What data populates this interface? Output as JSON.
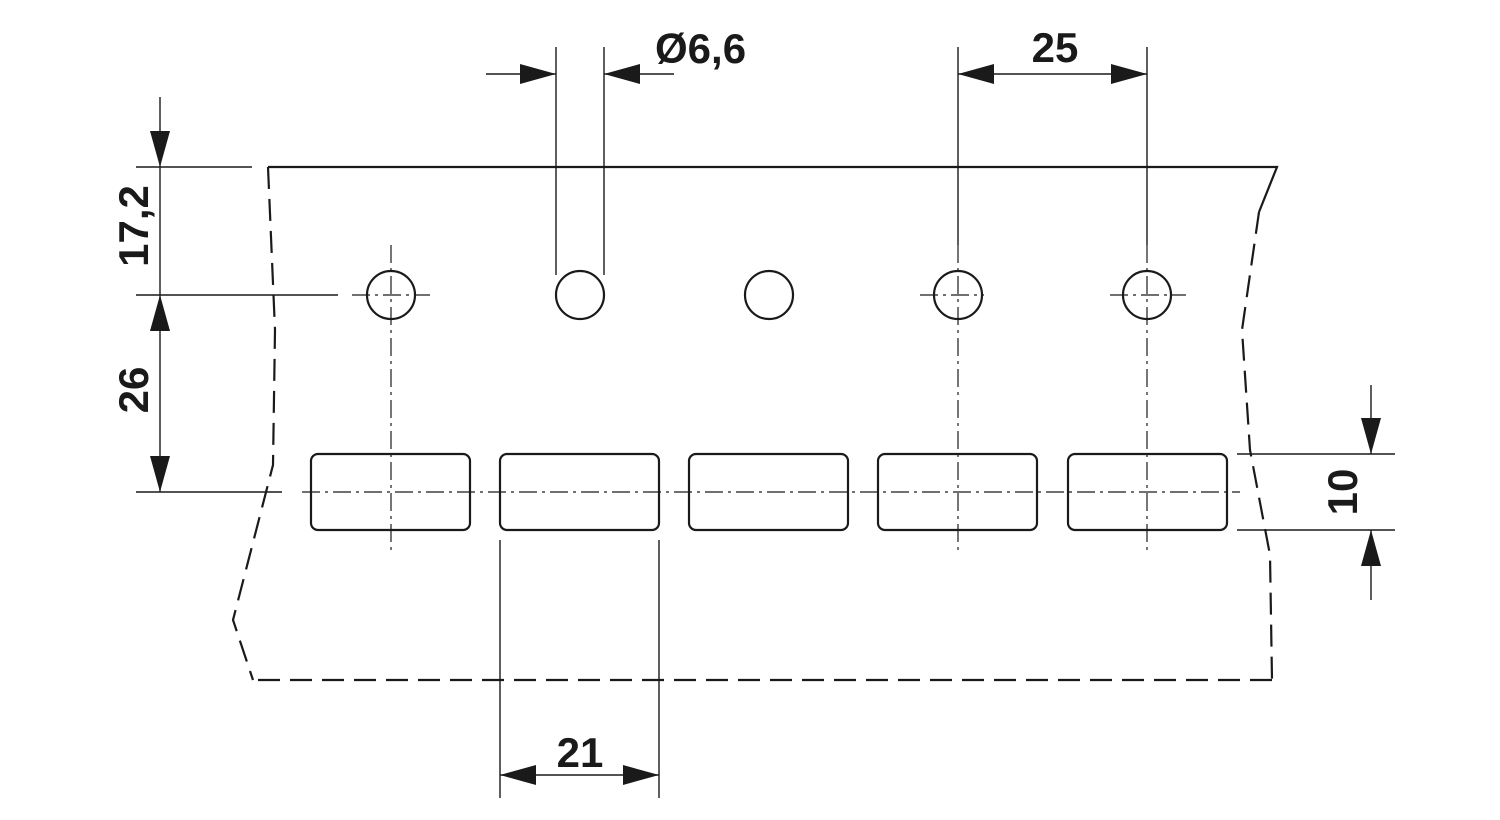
{
  "dimensions": {
    "hole_diameter": "Ø6,6",
    "hole_pitch": "25",
    "top_to_hole_row": "17,2",
    "hole_row_to_slot_center": "26",
    "slot_height": "10",
    "slot_width": "21"
  },
  "counts": {
    "holes": 5,
    "slots": 5
  }
}
